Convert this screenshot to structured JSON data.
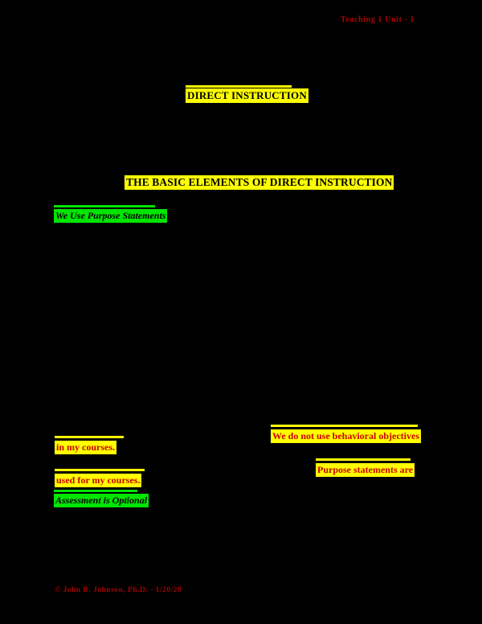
{
  "document": {
    "background_color": "#000000",
    "running_head": "Teaching 1 Unit - 1",
    "footer_credit": "© John B. Johnson, Ph.D. - 1/20/20"
  },
  "colors": {
    "highlight_yellow": "#FFFF00",
    "highlight_green": "#00E500",
    "text_black": "#000000",
    "text_dark_red": "#CC0000",
    "running_head_red": "#B00000",
    "page_black": "#000000"
  },
  "headings": {
    "main_title": "DIRECT INSTRUCTION",
    "section_title": "THE BASIC ELEMENTS OF DIRECT INSTRUCTION"
  },
  "subheads": [
    {
      "label": "We Use Purpose Statements",
      "highlight": "#00E500"
    },
    {
      "label": "Assessment is Optional",
      "highlight": "#00E500"
    }
  ],
  "body_fragments": [
    {
      "label": "in my courses.",
      "highlight": "#FFFF00",
      "color": "#CC0000"
    },
    {
      "label": "used for my courses.",
      "highlight": "#FFFF00",
      "color": "#CC0000"
    },
    {
      "label": "We do not use behavioral objectives",
      "highlight": "#FFFF00",
      "color": "#CC0000"
    },
    {
      "label": "Purpose statements are",
      "highlight": "#FFFF00",
      "color": "#CC0000"
    }
  ]
}
